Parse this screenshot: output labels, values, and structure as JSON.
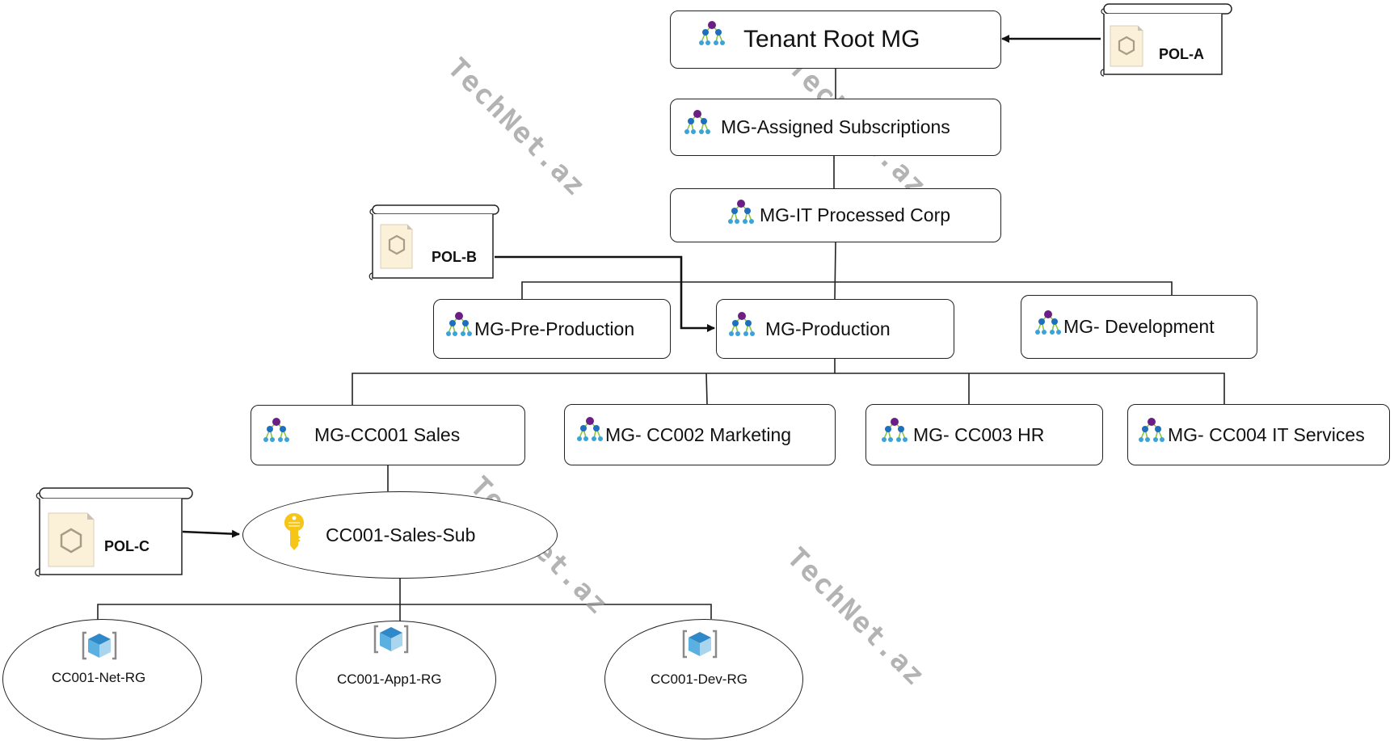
{
  "diagram": {
    "type": "azure-management-group-hierarchy",
    "watermark": "TechNet.az",
    "colors": {
      "line": "#222222",
      "mg_icon_top": "#6b1f86",
      "mg_icon_mid": "#1f6fbf",
      "mg_icon_leaf": "#3aa3d9",
      "mg_icon_link": "#8cc63f",
      "key_icon": "#f5c518",
      "policy_doc_fill": "#fbf1d9",
      "policy_hex": "#a89c86",
      "rg_cube_top": "#2f89c9",
      "rg_cube_left": "#5ab0e0",
      "rg_cube_right": "#a9d5ef",
      "watermark": "#9a9a9a"
    },
    "management_groups": {
      "tenant_root": "Tenant Root MG",
      "assigned_subscriptions": "MG-Assigned Subscriptions",
      "it_processed_corp": "MG-IT Processed Corp",
      "pre_production": "MG-Pre-Production",
      "production": "MG-Production",
      "development": "MG- Development",
      "cc001_sales": "MG-CC001 Sales",
      "cc002_marketing": "MG- CC002 Marketing",
      "cc003_hr": "MG- CC003 HR",
      "cc004_it_services": "MG- CC004 IT Services"
    },
    "subscription": {
      "name": "CC001-Sales-Sub",
      "icon": "key-icon"
    },
    "resource_groups": [
      {
        "name": "CC001-Net-RG",
        "icon": "resource-group-icon"
      },
      {
        "name": "CC001-App1-RG",
        "icon": "resource-group-icon"
      },
      {
        "name": "CC001-Dev-RG",
        "icon": "resource-group-icon"
      }
    ],
    "policies": {
      "pol_a": {
        "label": "POL-A",
        "assigned_to": "Tenant Root MG"
      },
      "pol_b": {
        "label": "POL-B",
        "assigned_to": "MG-Production"
      },
      "pol_c": {
        "label": "POL-C",
        "assigned_to": "CC001-Sales-Sub"
      }
    },
    "hierarchy": [
      {
        "parent": "Tenant Root MG",
        "child": "MG-Assigned Subscriptions"
      },
      {
        "parent": "MG-Assigned Subscriptions",
        "child": "MG-IT Processed Corp"
      },
      {
        "parent": "MG-IT Processed Corp",
        "child": "MG-Pre-Production"
      },
      {
        "parent": "MG-IT Processed Corp",
        "child": "MG-Production"
      },
      {
        "parent": "MG-IT Processed Corp",
        "child": "MG- Development"
      },
      {
        "parent": "MG-Production",
        "child": "MG-CC001 Sales"
      },
      {
        "parent": "MG-Production",
        "child": "MG- CC002 Marketing"
      },
      {
        "parent": "MG-Production",
        "child": "MG- CC003 HR"
      },
      {
        "parent": "MG-Production",
        "child": "MG- CC004 IT Services"
      },
      {
        "parent": "MG-CC001 Sales",
        "child": "CC001-Sales-Sub"
      },
      {
        "parent": "CC001-Sales-Sub",
        "child": "CC001-Net-RG"
      },
      {
        "parent": "CC001-Sales-Sub",
        "child": "CC001-App1-RG"
      },
      {
        "parent": "CC001-Sales-Sub",
        "child": "CC001-Dev-RG"
      }
    ]
  }
}
